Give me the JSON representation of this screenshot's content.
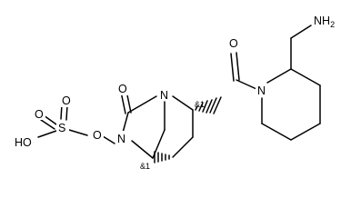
{
  "atoms": {
    "o_urea": "O",
    "n1": "N",
    "n6": "N",
    "o_link": "O",
    "s": "S",
    "o_s_top": "O",
    "o_s_left": "O",
    "oh": "HO",
    "o_amide": "O",
    "n_pip": "N",
    "nh2": "NH2"
  },
  "stereo_labels": {
    "c2": "&1",
    "c5": "&1"
  }
}
